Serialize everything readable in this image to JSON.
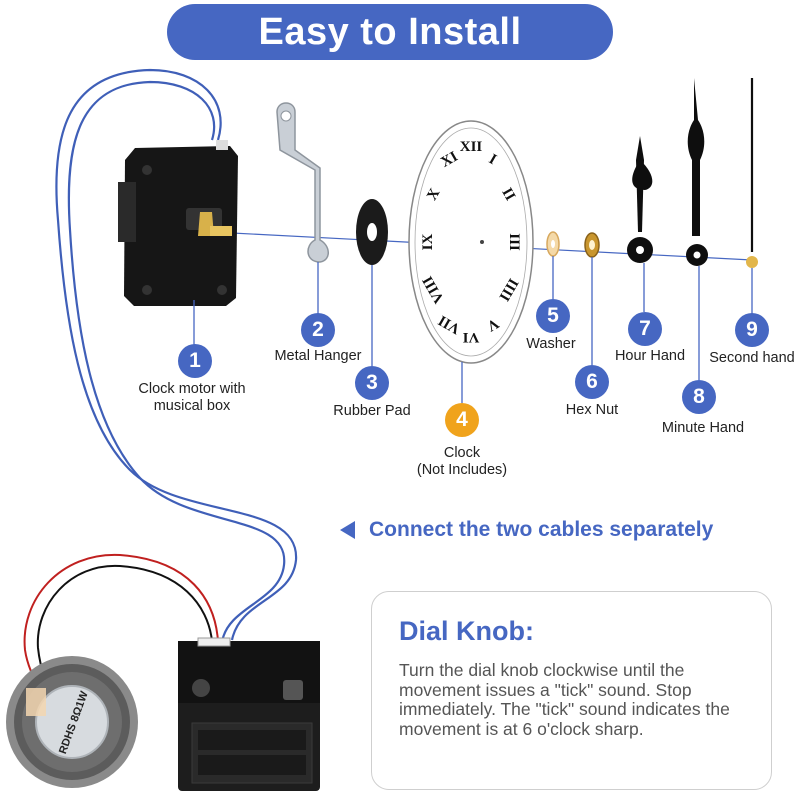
{
  "banner": {
    "title": "Easy to Install"
  },
  "parts": [
    {
      "num": "1",
      "label": "Clock motor with\nmusical box"
    },
    {
      "num": "2",
      "label": "Metal Hanger"
    },
    {
      "num": "3",
      "label": "Rubber Pad"
    },
    {
      "num": "4",
      "label": "Clock\n(Not Includes)"
    },
    {
      "num": "5",
      "label": "Washer"
    },
    {
      "num": "6",
      "label": "Hex Nut"
    },
    {
      "num": "7",
      "label": "Hour Hand"
    },
    {
      "num": "8",
      "label": "Minute Hand"
    },
    {
      "num": "9",
      "label": "Second hand"
    }
  ],
  "connect": {
    "text": "Connect the two cables separately"
  },
  "info": {
    "title": "Dial Knob:",
    "text": "Turn the dial knob clockwise until the movement issues a \"tick\" sound. Stop immediately. The \"tick\" sound indicates the movement is at 6 o'clock sharp."
  },
  "dial": {
    "numerals": [
      "XII",
      "I",
      "II",
      "III",
      "IIII",
      "V",
      "VI",
      "VII",
      "VIII",
      "IX",
      "X",
      "XI"
    ]
  },
  "speaker": {
    "text": "RDHS 8Ω1W"
  },
  "colors": {
    "accent": "#4667c2",
    "highlight": "#f0a31c",
    "wire": "#3f5fb8"
  }
}
